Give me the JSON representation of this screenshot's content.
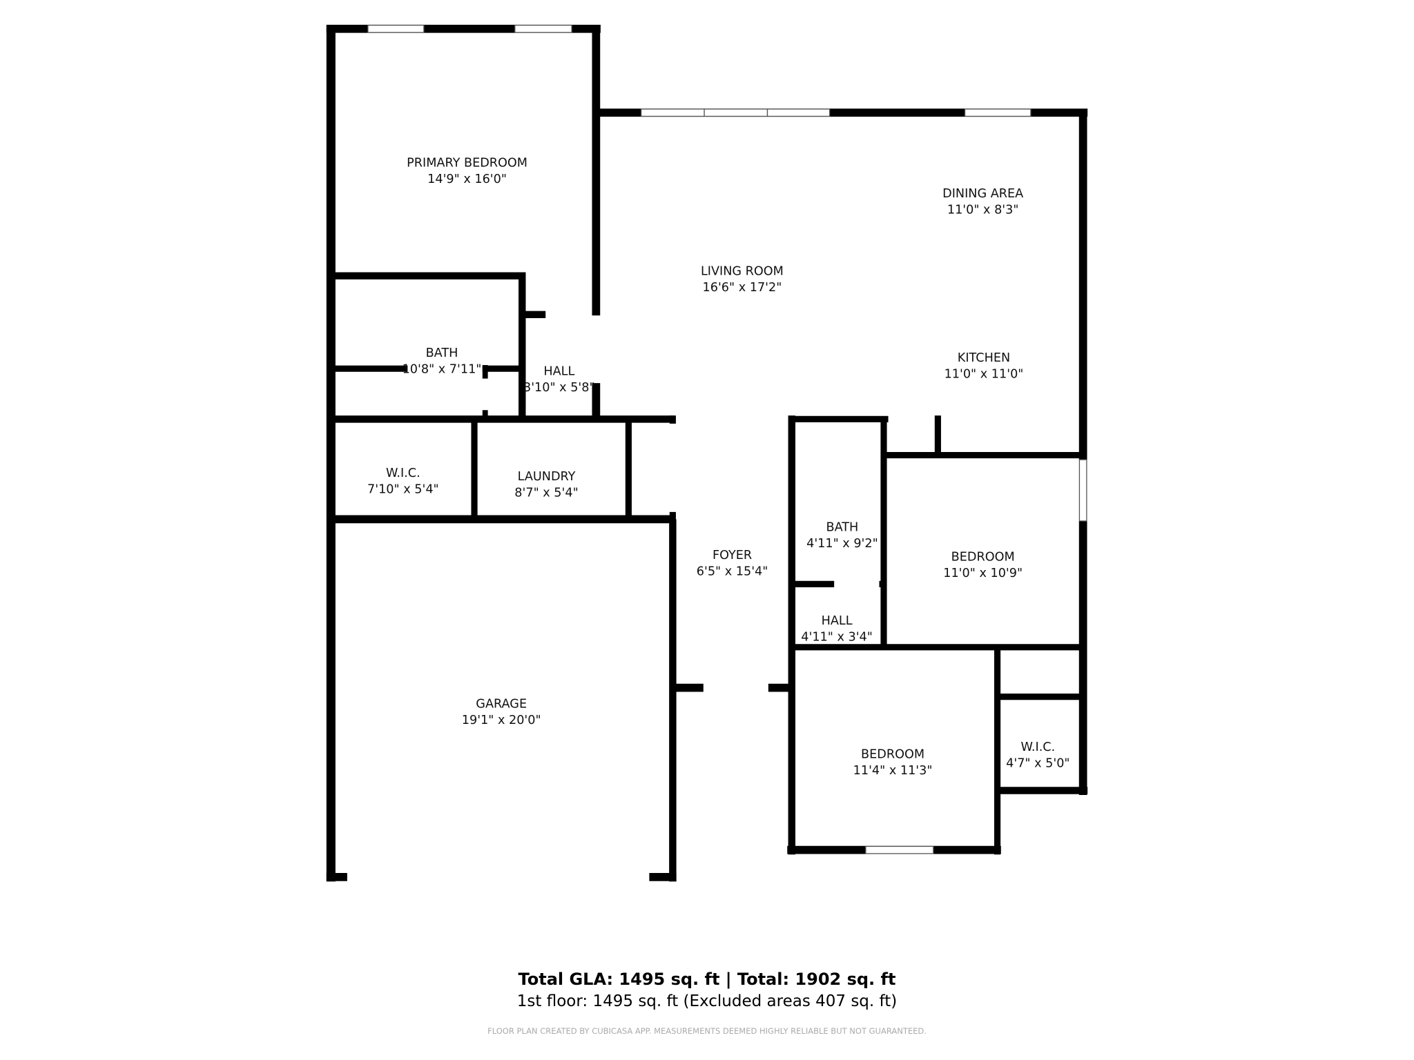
{
  "rooms": [
    {
      "name": "PRIMARY BEDROOM",
      "dim": "14'9\" x 16'0\""
    },
    {
      "name": "LIVING ROOM",
      "dim": "16'6\" x 17'2\""
    },
    {
      "name": "DINING AREA",
      "dim": "11'0\" x 8'3\""
    },
    {
      "name": "KITCHEN",
      "dim": "11'0\" x 11'0\""
    },
    {
      "name": "BATH",
      "dim": "10'8\" x 7'11\""
    },
    {
      "name": "HALL",
      "dim": "3'10\" x 5'8\""
    },
    {
      "name": "W.I.C.",
      "dim": "7'10\" x 5'4\""
    },
    {
      "name": "LAUNDRY",
      "dim": "8'7\" x 5'4\""
    },
    {
      "name": "BATH",
      "dim": "4'11\" x 9'2\""
    },
    {
      "name": "BEDROOM",
      "dim": "11'0\" x 10'9\""
    },
    {
      "name": "FOYER",
      "dim": "6'5\" x 15'4\""
    },
    {
      "name": "HALL",
      "dim": "4'11\" x 3'4\""
    },
    {
      "name": "GARAGE",
      "dim": "19'1\" x 20'0\""
    },
    {
      "name": "BEDROOM",
      "dim": "11'4\" x 11'3\""
    },
    {
      "name": "W.I.C.",
      "dim": "4'7\" x 5'0\""
    }
  ],
  "summary": {
    "totals": "Total GLA: 1495 sq. ft | Total: 1902 sq. ft",
    "floor": "1st floor: 1495 sq. ft (Excluded areas 407 sq. ft)",
    "disclaimer": "FLOOR PLAN CREATED BY CUBICASA APP. MEASUREMENTS DEEMED HIGHLY RELIABLE BUT NOT GUARANTEED."
  },
  "colors": {
    "wall": "#000000",
    "window": "#ffffff",
    "disclaimer": "#aaaaaa"
  }
}
